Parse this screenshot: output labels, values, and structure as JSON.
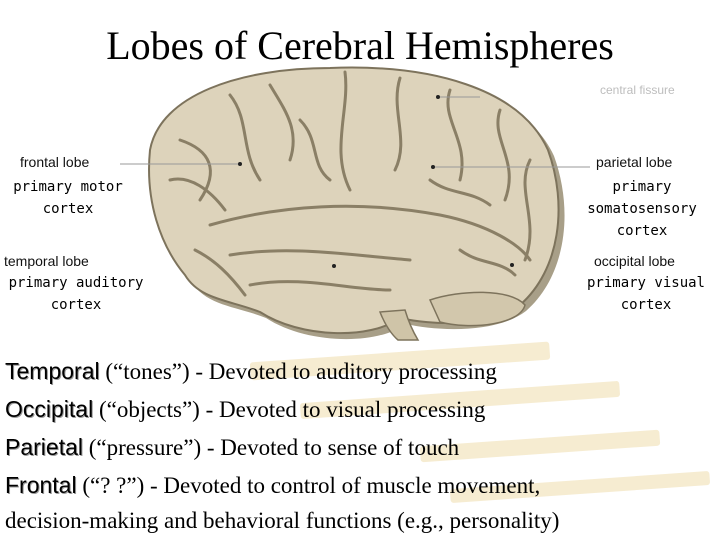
{
  "slide": {
    "title": "Lobes of Cerebral Hemispheres",
    "faint_label": "central fissure",
    "labels": {
      "frontal": "frontal lobe",
      "parietal": "parietal lobe",
      "temporal": "temporal lobe",
      "occipital": "occipital lobe"
    },
    "sublabels": {
      "motor_1": "primary motor",
      "motor_2": "cortex",
      "somato_1": "primary",
      "somato_2": "somatosensory",
      "somato_3": "cortex",
      "auditory_1": "primary auditory",
      "auditory_2": "cortex",
      "visual_1": "primary visual",
      "visual_2": "cortex"
    },
    "bullets": [
      {
        "term": "Temporal",
        "text": " (“tones”) - Devoted to auditory processing"
      },
      {
        "term": "Occipital",
        "text": " (“objects”) - Devoted to visual processing"
      },
      {
        "term": "Parietal",
        "text": " (“pressure”) - Devoted to sense of touch"
      },
      {
        "term": "Frontal",
        "text": " (“? ?”) - Devoted to control of muscle movement,"
      }
    ],
    "continuation": "decision-making and behavioral functions (e.g., personality)",
    "colors": {
      "brain_fill": "#ddd3bb",
      "brain_shadow": "#a89f88",
      "pointer_line": "#999999",
      "brush_stroke": "#f3e6c2"
    }
  }
}
